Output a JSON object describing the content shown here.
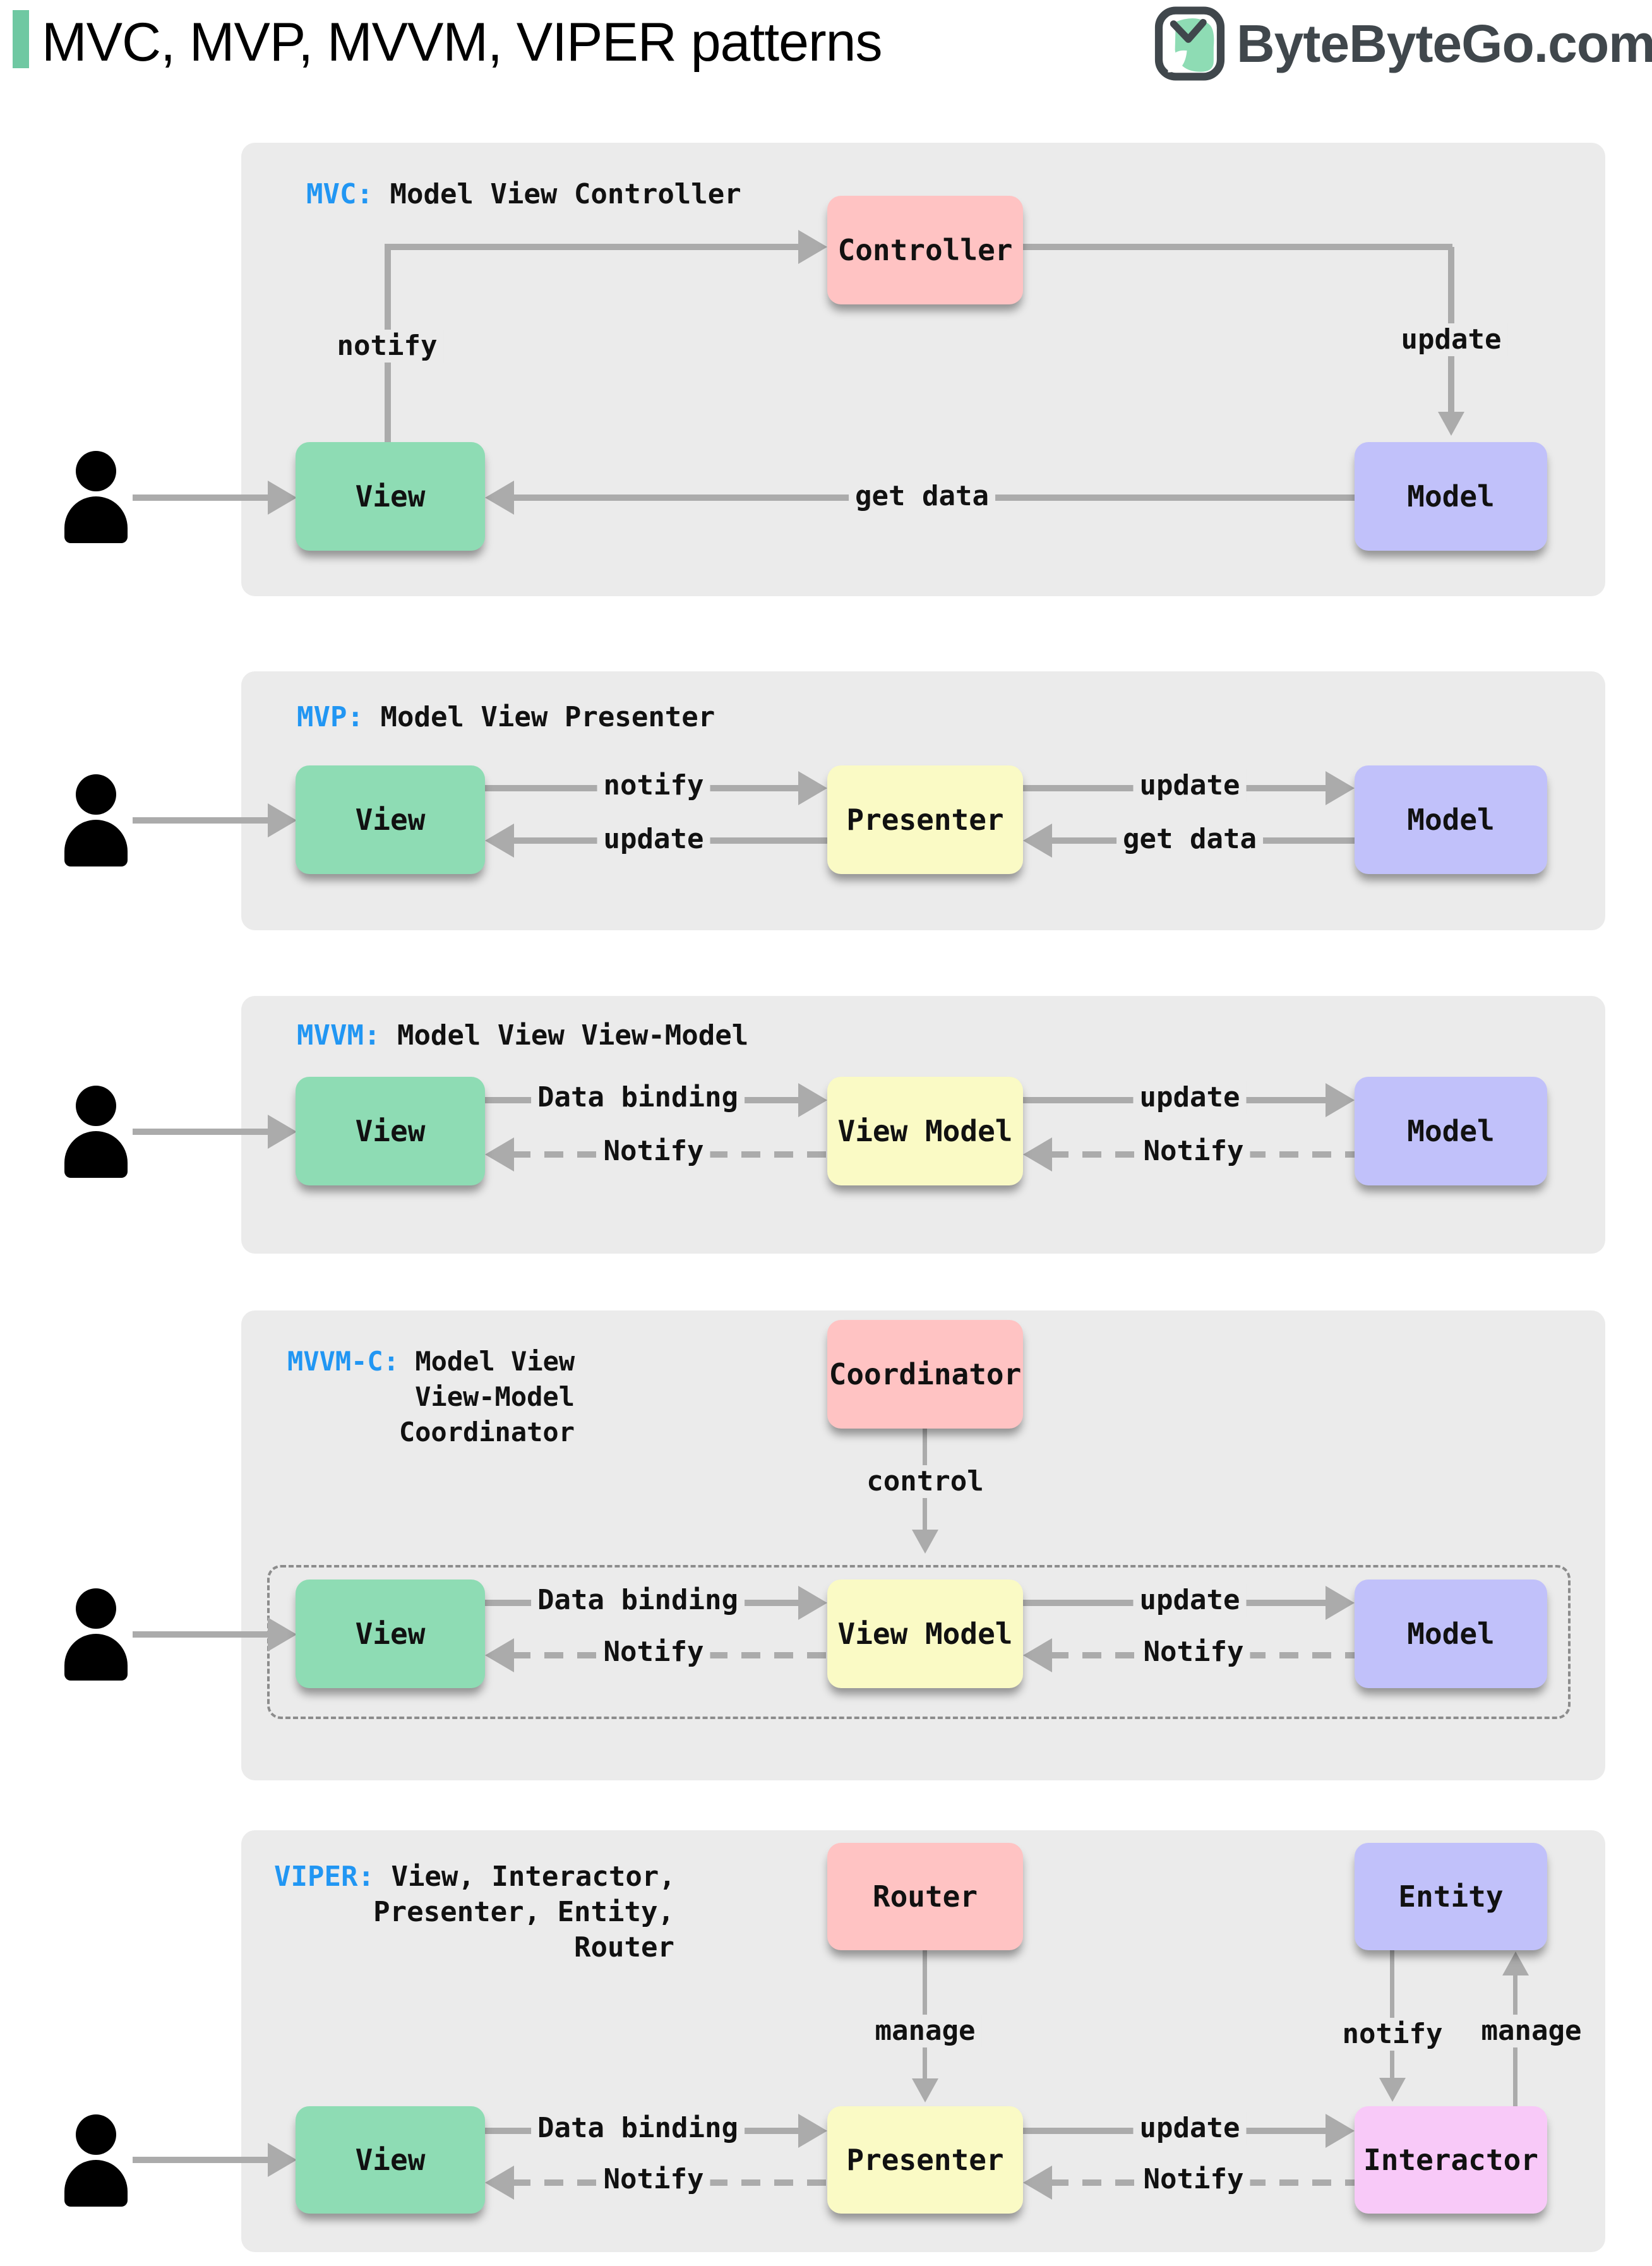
{
  "header": {
    "title": "MVC, MVP, MVVM, VIPER patterns",
    "logo_text": "ByteByteGo.com"
  },
  "colors": {
    "accent_green": "#6FC8A2",
    "abbr_blue": "#2196F3",
    "panel_gray": "#EBEBEB",
    "arrow_gray": "#ABABAB",
    "box_green": "#8EDCB4",
    "box_yellow": "#FAFAC5",
    "box_purple": "#C1C1FA",
    "box_pink": "#FFC3C3",
    "box_magenta": "#F8C9F8",
    "logo_gray": "#40474C"
  },
  "sections": [
    {
      "abbr": "MVC:",
      "title": "Model View Controller",
      "controller": "Controller",
      "view": "View",
      "model": "Model",
      "notify": "notify",
      "update": "update",
      "get_data": "get data"
    },
    {
      "abbr": "MVP:",
      "title": "Model View Presenter",
      "view": "View",
      "presenter": "Presenter",
      "model": "Model",
      "notify": "notify",
      "update_view": "update",
      "update_model": "update",
      "get_data": "get data"
    },
    {
      "abbr": "MVVM:",
      "title": "Model View View-Model",
      "view": "View",
      "view_model": "View Model",
      "model": "Model",
      "data_binding": "Data binding",
      "notify_view": "Notify",
      "update": "update",
      "notify_vm": "Notify"
    },
    {
      "abbr": "MVVM-C:",
      "title_l1": "Model View",
      "title_l2": "View-Model",
      "title_l3": "Coordinator",
      "coordinator": "Coordinator",
      "control": "control",
      "view": "View",
      "view_model": "View Model",
      "model": "Model",
      "data_binding": "Data binding",
      "notify_view": "Notify",
      "update": "update",
      "notify_vm": "Notify"
    },
    {
      "abbr": "VIPER:",
      "title_l1": "View, Interactor,",
      "title_l2": "Presenter, Entity,",
      "title_l3": "Router",
      "router": "Router",
      "entity": "Entity",
      "manage_router": "manage",
      "notify_entity": "notify",
      "manage_entity": "manage",
      "view": "View",
      "presenter": "Presenter",
      "interactor": "Interactor",
      "data_binding": "Data binding",
      "notify_view": "Notify",
      "update": "update",
      "notify_presenter": "Notify"
    }
  ]
}
